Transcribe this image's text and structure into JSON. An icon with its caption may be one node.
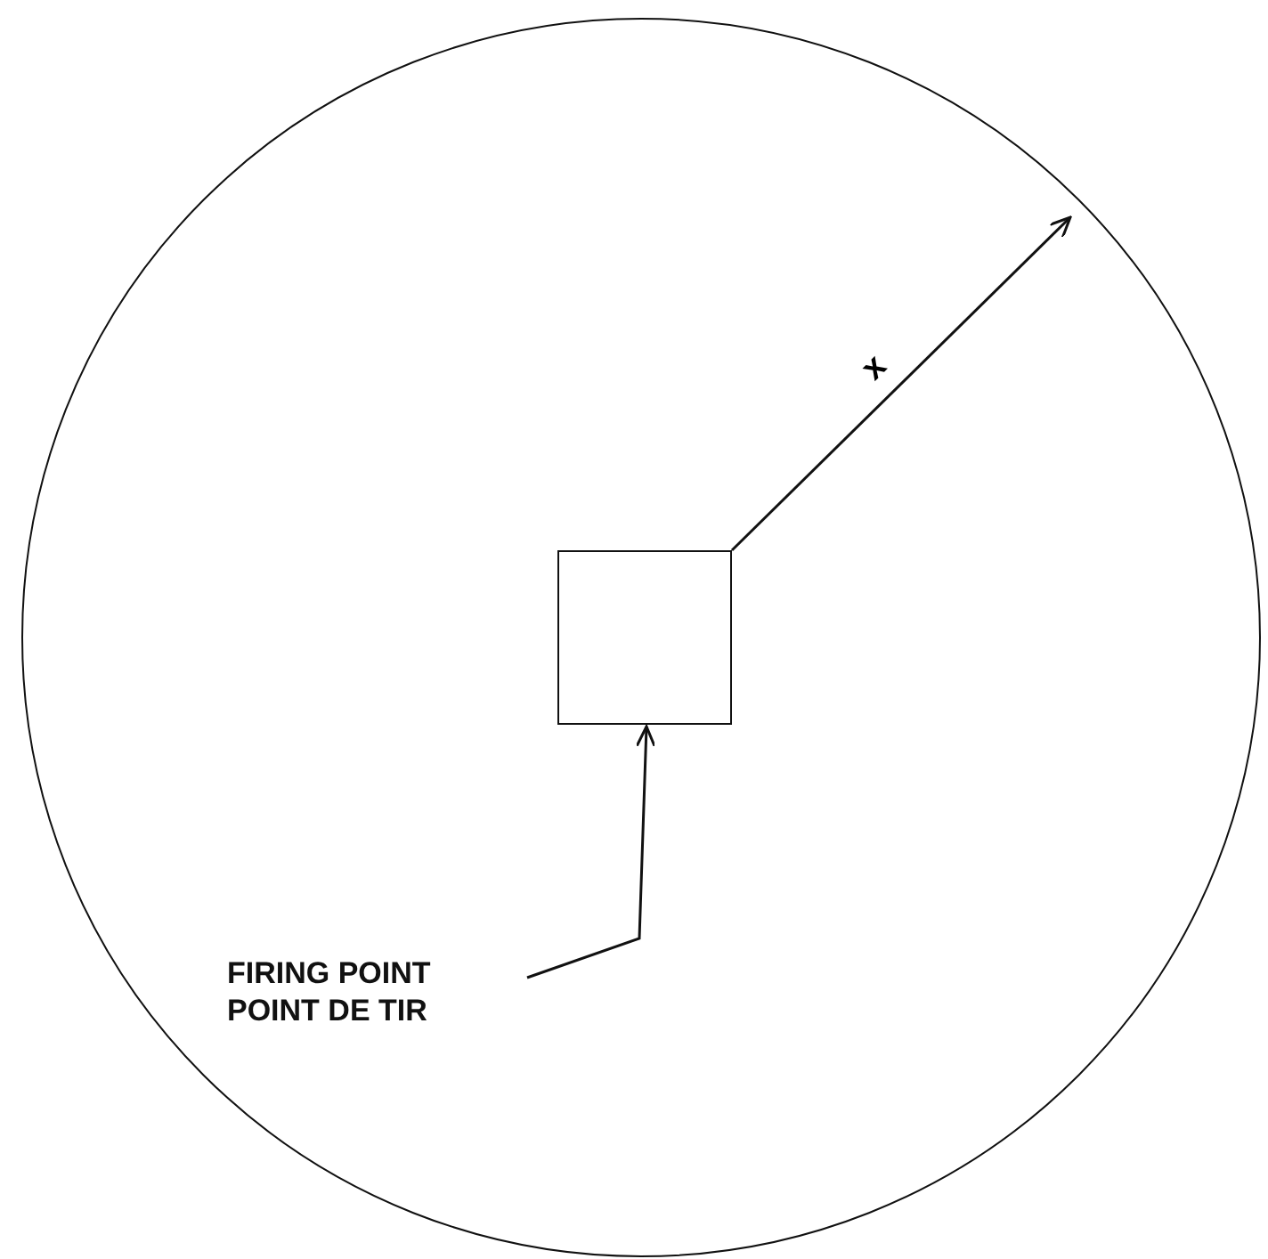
{
  "diagram": {
    "nodes": [
      {
        "text": [],
        "shape": "circle"
      },
      {
        "text": [],
        "shape": "box",
        "in": 0
      },
      {
        "text": [
          "FIRING POINT",
          "POINT DE TIR"
        ],
        "in": 0
      }
    ],
    "edges": [
      {
        "from": 2,
        "to": 1,
        "arrow": "to"
      }
    ],
    "labels": [
      "x"
    ]
  }
}
